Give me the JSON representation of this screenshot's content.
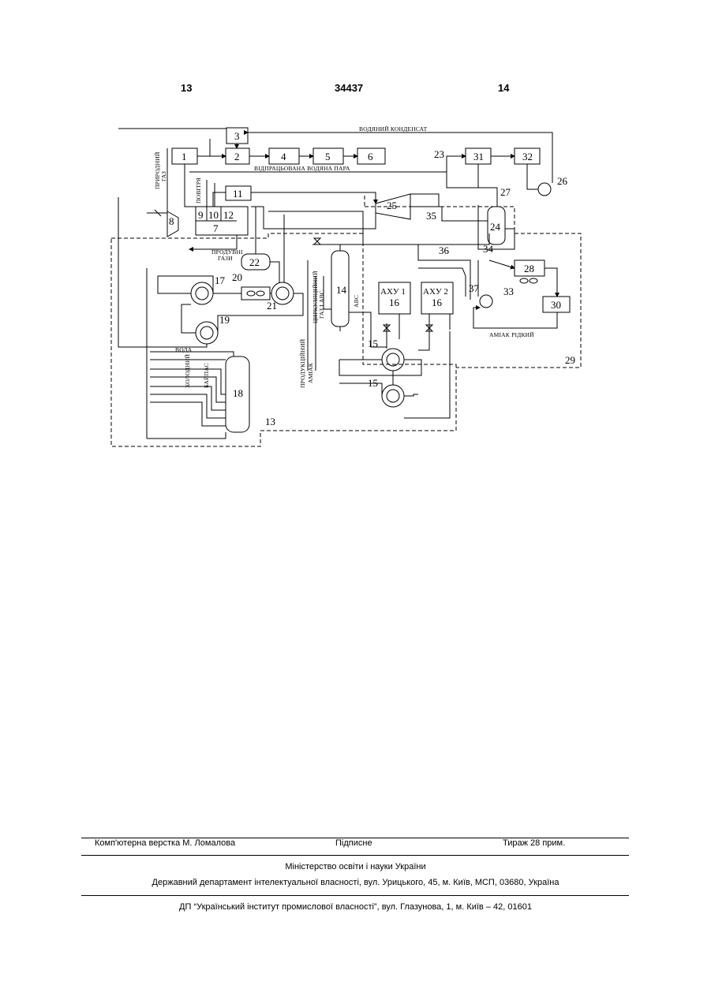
{
  "header": {
    "page_left": "13",
    "patent_number": "34437",
    "page_right": "14"
  },
  "diagram": {
    "blocks": [
      "1",
      "2",
      "3",
      "4",
      "5",
      "6",
      "7",
      "8",
      "9",
      "10",
      "11",
      "12",
      "14",
      "16",
      "16",
      "18",
      "22",
      "24",
      "25",
      "28",
      "30",
      "31",
      "32"
    ],
    "callouts": [
      "13",
      "14",
      "15",
      "15",
      "17",
      "19",
      "20",
      "21",
      "23",
      "26",
      "27",
      "29",
      "33",
      "34",
      "35",
      "36",
      "37"
    ],
    "apparatus": {
      "ahu1": "АХУ 1",
      "ahu2": "АХУ 2"
    },
    "labels": {
      "water_condensate": "ВОДЯНИЙ КОНДЕНСАТ",
      "spent_steam": "ВІДПРАЦЬОВАНА ВОДЯНА ПАРА",
      "natural_gas_1": "ПРИРОДНИЙ",
      "natural_gas_2": "ГАЗ",
      "air": "ПОВІТРЯ",
      "purge_gases_1": "ПРОДУВНІ",
      "purge_gases_2": "ГАЗИ",
      "circ_gas_1": "ЦИРКУЛЯЦІЙНИЙ",
      "circ_gas_2": "ГАЗ І АВС",
      "avs": "АВС",
      "product_ammonia_1": "ПРОДУКЦІЙНИЙ",
      "product_ammonia_2": "АМІАК",
      "liquid_ammonia": "АМІАК РІДКИЙ",
      "water": "ВОДА",
      "cold_bypass_1": "ХОЛОДНИЙ",
      "cold_bypass_2": "БАЙПАС"
    }
  },
  "footer": {
    "layout": "Комп'ютерна верстка М. Ломалова",
    "signed": "Підписне",
    "circulation": "Тираж 28 прим.",
    "ministry": "Міністерство освіти і науки України",
    "department": "Державний департамент інтелектуальної власності, вул. Урицького, 45, м. Київ, МСП, 03680, Україна",
    "institute": "ДП “Український інститут промислової власності”, вул. Глазунова, 1, м. Київ – 42, 01601"
  }
}
